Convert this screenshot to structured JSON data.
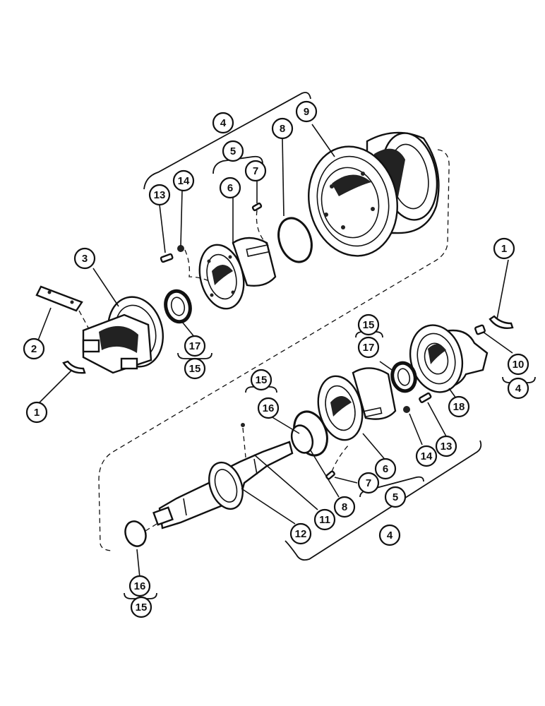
{
  "callouts": [
    {
      "id": "c1a",
      "label": "1"
    },
    {
      "id": "c1b",
      "label": "1"
    },
    {
      "id": "c2",
      "label": "2"
    },
    {
      "id": "c3",
      "label": "3"
    },
    {
      "id": "c4a",
      "label": "4"
    },
    {
      "id": "c4b",
      "label": "4"
    },
    {
      "id": "c4c",
      "label": "4"
    },
    {
      "id": "c5a",
      "label": "5"
    },
    {
      "id": "c5b",
      "label": "5"
    },
    {
      "id": "c6a",
      "label": "6"
    },
    {
      "id": "c6b",
      "label": "6"
    },
    {
      "id": "c7a",
      "label": "7"
    },
    {
      "id": "c7b",
      "label": "7"
    },
    {
      "id": "c8a",
      "label": "8"
    },
    {
      "id": "c8b",
      "label": "8"
    },
    {
      "id": "c9",
      "label": "9"
    },
    {
      "id": "c10",
      "label": "10"
    },
    {
      "id": "c11",
      "label": "11"
    },
    {
      "id": "c12",
      "label": "12"
    },
    {
      "id": "c13a",
      "label": "13"
    },
    {
      "id": "c13b",
      "label": "13"
    },
    {
      "id": "c14a",
      "label": "14"
    },
    {
      "id": "c14b",
      "label": "14"
    },
    {
      "id": "c15a",
      "label": "15"
    },
    {
      "id": "c15b",
      "label": "15"
    },
    {
      "id": "c15c",
      "label": "15"
    },
    {
      "id": "c15d",
      "label": "15"
    },
    {
      "id": "c16a",
      "label": "16"
    },
    {
      "id": "c16b",
      "label": "16"
    },
    {
      "id": "c17a",
      "label": "17"
    },
    {
      "id": "c17b",
      "label": "17"
    },
    {
      "id": "c18",
      "label": "18"
    }
  ]
}
